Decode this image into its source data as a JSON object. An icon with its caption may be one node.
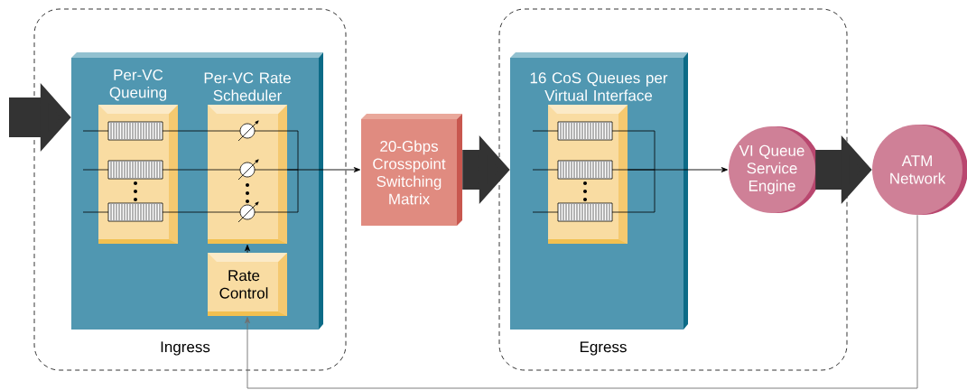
{
  "diagram": {
    "nodes": [
      {
        "text": [
          "Ingress"
        ]
      },
      {
        "text": [],
        "shape": "box",
        "in": 0
      },
      {
        "text": [
          "Per-VC Queuing"
        ],
        "in": 1
      },
      {
        "text": [
          "Per-VC Rate Scheduler"
        ],
        "in": 1
      },
      {
        "text": [
          "Rate Control"
        ],
        "in": 1
      },
      {
        "text": [
          "20-Gbps Crosspoint Switching Matrix"
        ]
      },
      {
        "text": [
          "Egress"
        ]
      },
      {
        "text": [],
        "shape": "box",
        "in": 6
      },
      {
        "text": [
          "16 CoS Queues per Virtual Interface"
        ],
        "in": 7
      },
      {
        "text": [
          "VI Queue Service Engine"
        ],
        "in": 6
      },
      {
        "text": [
          "ATM Network"
        ]
      }
    ],
    "edges": [
      {
        "from": null,
        "to": 1,
        "arrow": "to",
        "style": "thick"
      },
      {
        "from": 3,
        "to": 5,
        "arrow": "to"
      },
      {
        "from": 5,
        "to": 7,
        "arrow": "to",
        "style": "thick"
      },
      {
        "from": 8,
        "to": 9,
        "arrow": "to"
      },
      {
        "from": 9,
        "to": 10,
        "arrow": "to",
        "style": "thick"
      },
      {
        "from": 4,
        "to": 3,
        "arrow": "to"
      },
      {
        "from": 10,
        "to": 4,
        "arrow": "to",
        "color": "#707070"
      }
    ]
  }
}
